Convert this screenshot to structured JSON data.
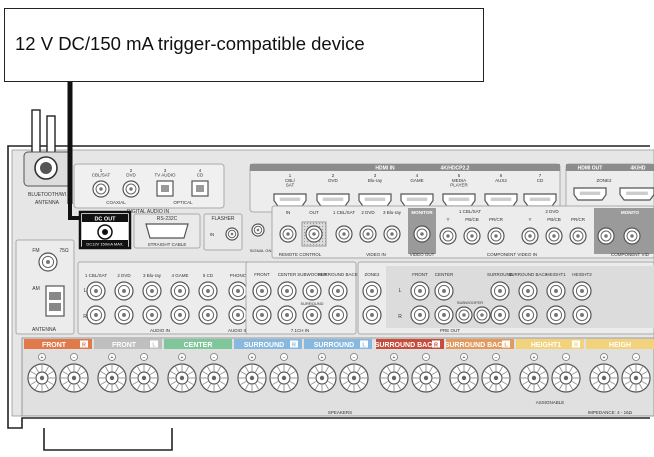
{
  "callout": {
    "text": "12 V DC/150 mA trigger-compatible device"
  },
  "panel": {
    "antenna": {
      "bluetooth_wifi_label": "BLUETOOTH/WI",
      "antenna_label": "ANTENNA",
      "fm_label": "FM",
      "fm_ohm": "75Ω",
      "am_label": "AM",
      "antenna_bottom_label": "ANTENNA"
    },
    "digital_audio": {
      "labels": [
        "1\nCBL/SAT",
        "2\nDVD",
        "3\nTV AUDIO",
        "4\nCD"
      ],
      "coaxial": "COAXIAL",
      "optical": "OPTICAL",
      "group": "DIGITAL AUDIO IN"
    },
    "dc_out": {
      "label": "DC OUT",
      "spec": "DC12V 150mA MAX."
    },
    "rs232c": {
      "label": "RS-232C",
      "sub": "STRAIGHT CABLE"
    },
    "flasher": {
      "label": "FLASHER",
      "in_label": "IN"
    },
    "remote_control": {
      "in": "IN",
      "out": "OUT",
      "group": "REMOTE CONTROL",
      "signal_gnd": "SIGNAL GND"
    },
    "hdmi_in": {
      "header": "HDMI IN",
      "sub_header": "4K/HDCP2.2",
      "inputs": [
        "CBL/\nSAT",
        "DVD",
        "Blu-ray",
        "GAME",
        "MEDIA\nPLAYER",
        "AUX2",
        "CD"
      ],
      "numbers": [
        "1",
        "2",
        "3",
        "4",
        "5",
        "6",
        "7"
      ]
    },
    "hdmi_out": {
      "header": "HDMI OUT",
      "sub": "4K/HD",
      "zone": "ZONE2"
    },
    "video_in": {
      "labels": [
        "1 CBL/SAT",
        "2 DVD",
        "3 Blu-ray"
      ],
      "monitor": "MONITOR",
      "group": "VIDEO IN",
      "out": "VIDEO OUT"
    },
    "component": {
      "cbl": "1 CBL/SAT",
      "dvd": "2 DVD",
      "y": "Y",
      "pb": "PB/CB",
      "pr": "PR/CR",
      "group": "COMPONENT VIDEO IN",
      "monitor": "MONITO",
      "out": "COMPONENT VID"
    },
    "audio_in": {
      "labels": [
        "1 CBL/SAT",
        "2 DVD",
        "3 Blu-ray",
        "4 GAME",
        "5 CD"
      ],
      "phono": "PHONO",
      "group": "AUDIO IN",
      "l": "L",
      "r": "R",
      "group2": "AUDIO IN"
    },
    "ch71_in": {
      "labels": [
        "FRONT",
        "CENTER",
        "SUBWOOFER",
        "SURROUND BACK"
      ],
      "surround": "SURROUND",
      "group": "7.1CH IN"
    },
    "zone2": "ZONE2",
    "pre_out": {
      "labels": [
        "FRONT",
        "CENTER",
        "SURROUND",
        "SURROUND BACK",
        "HEIGHT1",
        "HEIGHT2"
      ],
      "subwoofer": "SUBWOOFER",
      "group": "PRE OUT"
    },
    "speakers": {
      "labels": [
        "FRONT",
        "FRONT",
        "CENTER",
        "SURROUND",
        "SURROUND",
        "SURROUND BACK",
        "SURROUND BACK",
        "HEIGHT1",
        "HEIGH"
      ],
      "badges": [
        "R",
        "L",
        "",
        "R",
        "L",
        "R",
        "L",
        "R",
        ""
      ],
      "colors": [
        "#e07a4a",
        "#bfbfbf",
        "#7fc79a",
        "#86b8e0",
        "#86b8e0",
        "#c84c3c",
        "#e39a5c",
        "#f2d27a",
        "#f2d27a"
      ],
      "group": "SPEAKERS",
      "impedance": "IMPEDANCE: 4 - 16Ω",
      "assignable": "ASSIGNABLE"
    }
  }
}
